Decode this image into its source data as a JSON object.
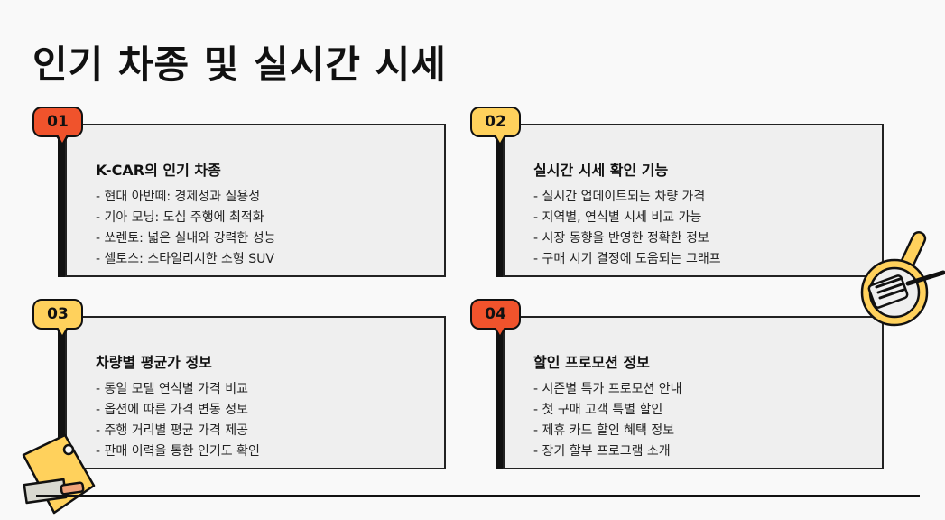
{
  "title": "인기 차종 및 실시간 시세",
  "cards": [
    {
      "number": "01",
      "heading": "K-CAR의 인기 차종",
      "items": [
        "현대 아반떼: 경제성과 실용성",
        "기아 모닝: 도심 주행에 최적화",
        "쏘렌토: 넓은 실내와 강력한 성능",
        "셀토스: 스타일리시한 소형 SUV"
      ]
    },
    {
      "number": "02",
      "heading": "실시간 시세 확인 기능",
      "items": [
        "실시간 업데이트되는 차량 가격",
        "지역별, 연식별 시세 비교 가능",
        "시장 동향을 반영한 정확한 정보",
        "구매 시기 결정에 도움되는 그래프"
      ]
    },
    {
      "number": "03",
      "heading": "차량별 평균가 정보",
      "items": [
        "동일 모델 연식별 가격 비교",
        "옵션에 따른 가격 변동 정보",
        "주행 거리별 평균 가격 제공",
        "판매 이력을 통한 인기도 확인"
      ]
    },
    {
      "number": "04",
      "heading": "할인 프로모션 정보",
      "items": [
        "시즌별 특가 프로모션 안내",
        "첫 구매 고객 특별 할인",
        "제휴 카드 할인 혜택 정보",
        "장기 할부 프로그램 소개"
      ]
    }
  ],
  "colors": {
    "accent_orange": "#f0532c",
    "accent_yellow": "#ffd15c"
  },
  "icons": [
    "frying-pan-icon",
    "cutting-board-icon"
  ]
}
